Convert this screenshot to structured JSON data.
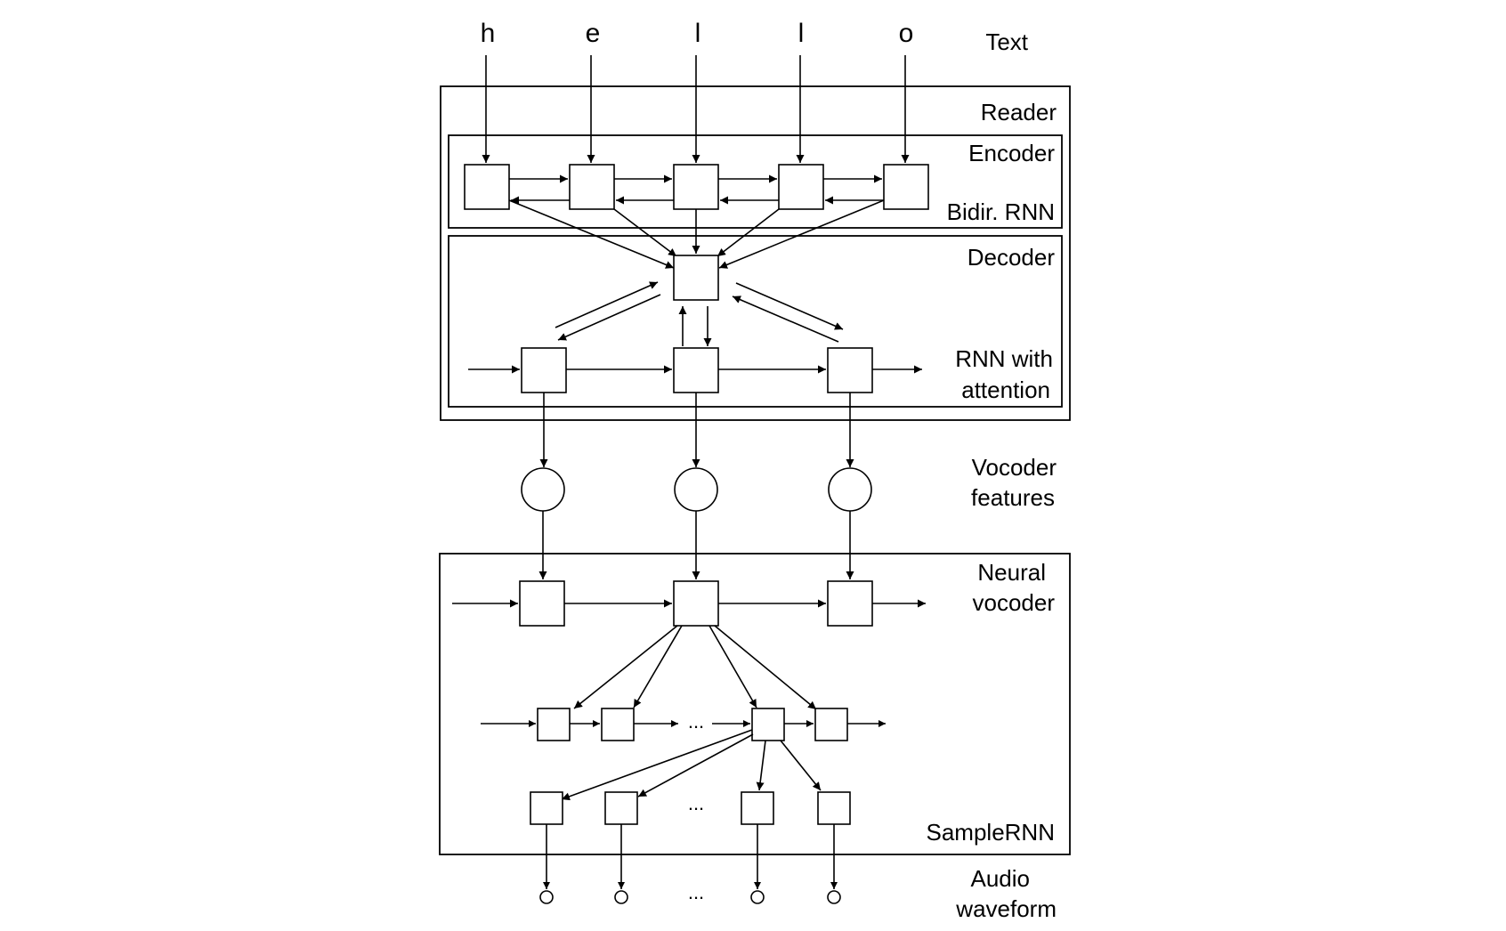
{
  "input_chars": [
    "h",
    "e",
    "l",
    "l",
    "o"
  ],
  "labels": {
    "text": "Text",
    "reader": "Reader",
    "encoder": "Encoder",
    "bidir_rnn": "Bidir. RNN",
    "decoder": "Decoder",
    "rnn_with": "RNN with",
    "attention": "attention",
    "vocoder": "Vocoder",
    "features": "features",
    "neural": "Neural",
    "vocoder2": "vocoder",
    "samplernn": "SampleRNN",
    "audio": "Audio",
    "waveform": "waveform"
  },
  "ellipsis": "..."
}
